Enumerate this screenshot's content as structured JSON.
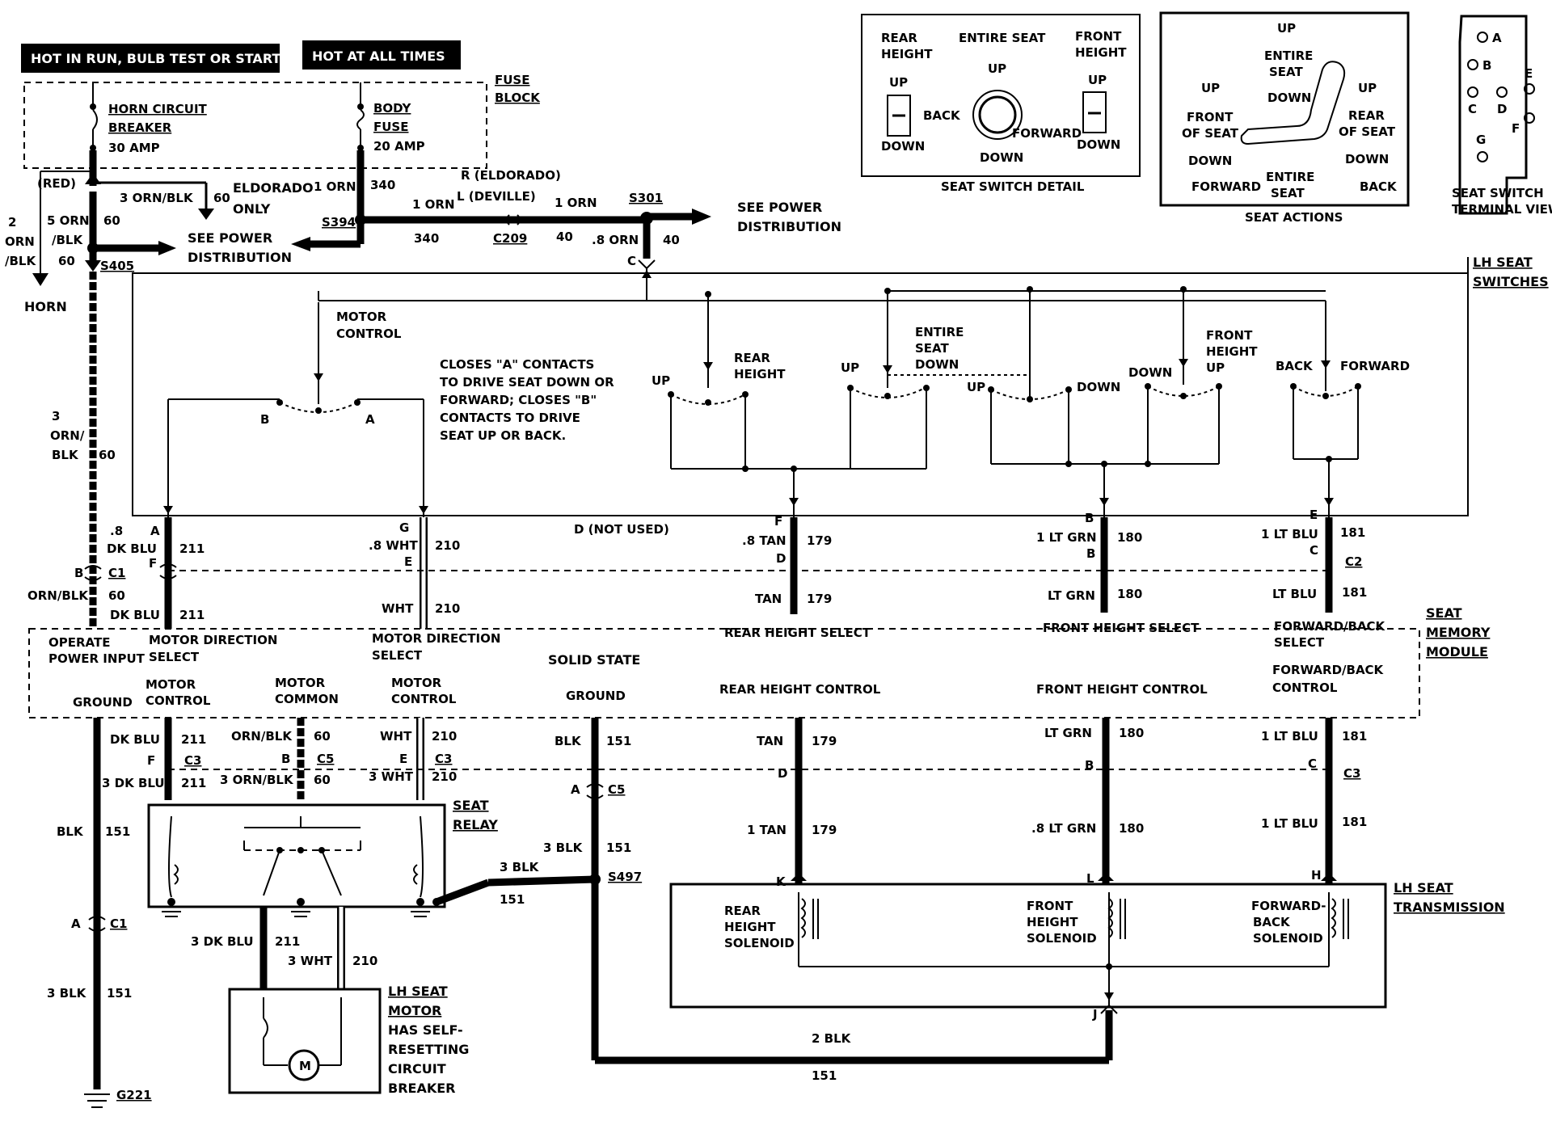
{
  "headers": {
    "hot_run": "HOT IN RUN, BULB TEST OR START",
    "hot_all": "HOT AT ALL TIMES"
  },
  "fuse_block": {
    "label": [
      "FUSE",
      "BLOCK"
    ],
    "horn_breaker": [
      "HORN CIRCUIT",
      "BREAKER",
      "30 AMP"
    ],
    "body_fuse": [
      "BODY",
      "FUSE",
      "20 AMP"
    ]
  },
  "top_wires": {
    "red": "(RED)",
    "orn_blk_3": "3 ORN/BLK",
    "c60a": "60",
    "eldorado_only": [
      "ELDORADO",
      "ONLY"
    ],
    "orn1": "1 ORN",
    "c340a": "340",
    "r_eldorado": "R (ELDORADO)",
    "l_deville": "L (DEVILLE)",
    "orn1b": "1 ORN",
    "orn1c": "1 ORN",
    "s301": "S301",
    "s394": "S394",
    "c340b": "340",
    "c209": "C209",
    "c40a": "40",
    "orn08": ".8 ORN",
    "c40b": "40",
    "pin_c": "C",
    "see_power1": [
      "SEE POWER",
      "DISTRIBUTION"
    ],
    "see_power2": [
      "SEE POWER",
      "DISTRIBUTION"
    ],
    "orn_blk_5": [
      "5 ORN",
      "/BLK"
    ],
    "c60b": "60",
    "c60c": "60",
    "orn_blk_2": [
      "2",
      "ORN",
      "/BLK"
    ],
    "s405": "S405",
    "horn": "HORN"
  },
  "seat_switch_detail": {
    "rear_height": [
      "REAR",
      "HEIGHT"
    ],
    "entire_seat": "ENTIRE SEAT",
    "front_height": [
      "FRONT",
      "HEIGHT"
    ],
    "up1": "UP",
    "up2": "UP",
    "up3": "UP",
    "back": "BACK",
    "forward": "FORWARD",
    "down1": "DOWN",
    "down2": "DOWN",
    "down3": "DOWN",
    "caption": "SEAT SWITCH DETAIL"
  },
  "seat_actions": {
    "up_entire": [
      "UP",
      "ENTIRE",
      "SEAT",
      "DOWN"
    ],
    "front_of_seat": [
      "UP",
      "FRONT",
      "OF SEAT",
      "DOWN"
    ],
    "rear_of_seat": [
      "UP",
      "REAR",
      "OF SEAT",
      "DOWN"
    ],
    "forward": "FORWARD",
    "entire_seat": [
      "ENTIRE",
      "SEAT"
    ],
    "back": "BACK",
    "caption": "SEAT ACTIONS"
  },
  "terminal_view": {
    "pins": [
      "A",
      "B",
      "C",
      "D",
      "E",
      "F",
      "G"
    ],
    "caption": [
      "SEAT SWITCH",
      "TERMINAL VIEW"
    ]
  },
  "switches": {
    "label": [
      "LH SEAT",
      "SWITCHES"
    ],
    "motor_control": [
      "MOTOR",
      "CONTROL"
    ],
    "note": [
      "CLOSES \"A\" CONTACTS",
      "TO DRIVE SEAT DOWN OR",
      "FORWARD; CLOSES \"B\"",
      "CONTACTS TO DRIVE",
      "SEAT UP OR BACK."
    ],
    "contact_b": "B",
    "contact_a": "A",
    "rear_height": [
      "REAR",
      "HEIGHT"
    ],
    "up_rh": "UP",
    "up_es": "UP",
    "entire_seat_down": [
      "ENTIRE",
      "SEAT",
      "DOWN"
    ],
    "up_es2": "UP",
    "down_es": "DOWN",
    "down_fh": "DOWN",
    "front_height_up": [
      "FRONT",
      "HEIGHT",
      "UP"
    ],
    "back": "BACK",
    "forward": "FORWARD"
  },
  "harness": {
    "pin_a": "A",
    "w08": ".8",
    "dk_blu": "DK BLU",
    "c211a": "211",
    "pin_f": "F",
    "pin_b_c1": "B",
    "c1": "C1",
    "orn_blk": "ORN/BLK",
    "c60": "60",
    "dk_blu2": "DK BLU",
    "c211b": "211",
    "pin_g": "G",
    "wht08": ".8 WHT",
    "c210a": "210",
    "pin_e": "E",
    "wht": "WHT",
    "c210b": "210",
    "d_not_used": "D (NOT USED)",
    "pin_f2": "F",
    "tan08": ".8 TAN",
    "c179a": "179",
    "pin_d": "D",
    "tan": "TAN",
    "c179b": "179",
    "pin_b": "B",
    "lt_grn1": "1 LT GRN",
    "c180a": "180",
    "pin_b2": "B",
    "lt_grn": "LT GRN",
    "c180b": "180",
    "pin_e2": "E",
    "lt_blu1": "1 LT BLU",
    "c181a": "181",
    "pin_c2": "C",
    "c2": "C2",
    "lt_blu": "LT BLU",
    "c181b": "181",
    "orn_blk3": [
      "3",
      "ORN/",
      "BLK"
    ],
    "c60d": "60"
  },
  "module": {
    "label": [
      "SEAT",
      "MEMORY",
      "MODULE"
    ],
    "operate": [
      "OPERATE",
      "POWER INPUT"
    ],
    "motor_dir1": [
      "MOTOR DIRECTION",
      "SELECT"
    ],
    "motor_dir2": [
      "MOTOR DIRECTION",
      "SELECT"
    ],
    "rear_sel": "REAR HEIGHT SELECT",
    "front_sel": "FRONT HEIGHT SELECT",
    "fb_sel": [
      "FORWARD/BACK",
      "SELECT"
    ],
    "solid": "SOLID STATE",
    "ground": "GROUND",
    "motor_ctl1": [
      "MOTOR",
      "CONTROL"
    ],
    "motor_common": [
      "MOTOR",
      "COMMON"
    ],
    "motor_ctl2": [
      "MOTOR",
      "CONTROL"
    ],
    "ground2": "GROUND",
    "rear_ctl": "REAR HEIGHT CONTROL",
    "front_ctl": "FRONT HEIGHT CONTROL",
    "fb_ctl": [
      "FORWARD/BACK",
      "CONTROL"
    ]
  },
  "lower": {
    "dk_blu": "DK BLU",
    "c211": "211",
    "pin_f": "F",
    "c3a": "C3",
    "dk_blu3": "3 DK BLU",
    "c211b": "211",
    "orn_blk": "ORN/BLK",
    "c60": "60",
    "pin_b": "B",
    "c5": "C5",
    "orn_blk3": "3 ORN/BLK",
    "c60b": "60",
    "wht": "WHT",
    "c210": "210",
    "pin_e": "E",
    "c3b": "C3",
    "wht3": "3 WHT",
    "c210b": "210",
    "seat_relay": [
      "SEAT",
      "RELAY"
    ],
    "blk": "BLK",
    "c151": "151",
    "blk_g": "BLK",
    "c151g": "151",
    "pin_a": "A",
    "c5b": "C5",
    "blk3": "3 BLK",
    "c151h": "151",
    "blk3b": "3 BLK",
    "c151i": "151",
    "s497": "S497",
    "tan": "TAN",
    "c179": "179",
    "pin_d": "D",
    "tan1": "1 TAN",
    "c179b": "179",
    "lt_grn": "LT GRN",
    "c180": "180",
    "pin_b2": "B",
    "lt_grn08": ".8 LT GRN",
    "c180b": "180",
    "lt_blu1": "1 LT BLU",
    "c181": "181",
    "pin_c": "C",
    "c3c": "C3",
    "lt_blu1b": "1 LT BLU",
    "c181b": "181",
    "pin_k": "K",
    "pin_l": "L",
    "pin_h": "H",
    "pin_j": "J",
    "c3d": "C3",
    "transmission": [
      "LH SEAT",
      "TRANSMISSION"
    ],
    "rear_sol": [
      "REAR",
      "HEIGHT",
      "SOLENOID"
    ],
    "front_sol": [
      "FRONT",
      "HEIGHT",
      "SOLENOID"
    ],
    "fb_sol": [
      "FORWARD-",
      "BACK",
      "SOLENOID"
    ],
    "blk2": "2 BLK",
    "c151j": "151",
    "pin_a_c1": "A",
    "c1": "C1",
    "blk3c": "3 BLK",
    "c151k": "151",
    "g221": "G221",
    "dk_blu3b": "3 DK BLU",
    "c211c": "211",
    "wht3b": "3 WHT",
    "c210c": "210",
    "motor": [
      "LH SEAT",
      "MOTOR",
      "HAS SELF-",
      "RESETTING",
      "CIRCUIT",
      "BREAKER"
    ],
    "m": "M"
  }
}
